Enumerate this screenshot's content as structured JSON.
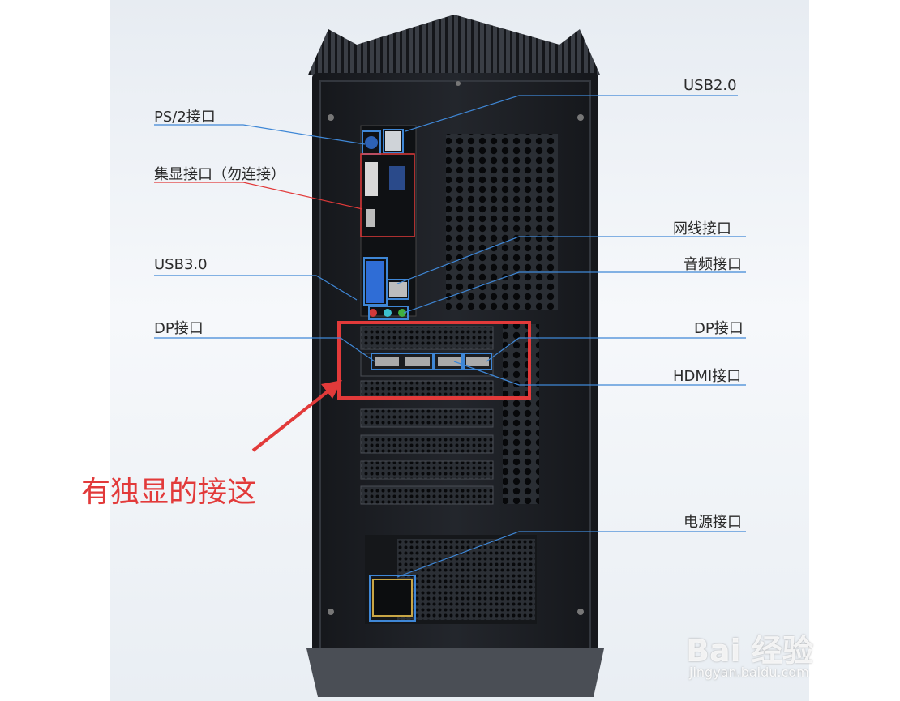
{
  "labels": {
    "usb20": "USB2.0",
    "ps2": "PS/2接口",
    "igpu": "集显接口（勿连接）",
    "network": "网线接口",
    "audio": "音频接口",
    "usb30": "USB3.0",
    "dp_left": "DP接口",
    "dp_right": "DP接口",
    "hdmi": "HDMI接口",
    "power": "电源接口"
  },
  "callout": "有独显的接这",
  "watermark": {
    "logo": "Bai 经验",
    "url": "jingyan.baidu.com"
  },
  "colors": {
    "leader_line": "#3f87d6",
    "highlight": "#e23a3a",
    "case_body": "#1c1f24"
  }
}
